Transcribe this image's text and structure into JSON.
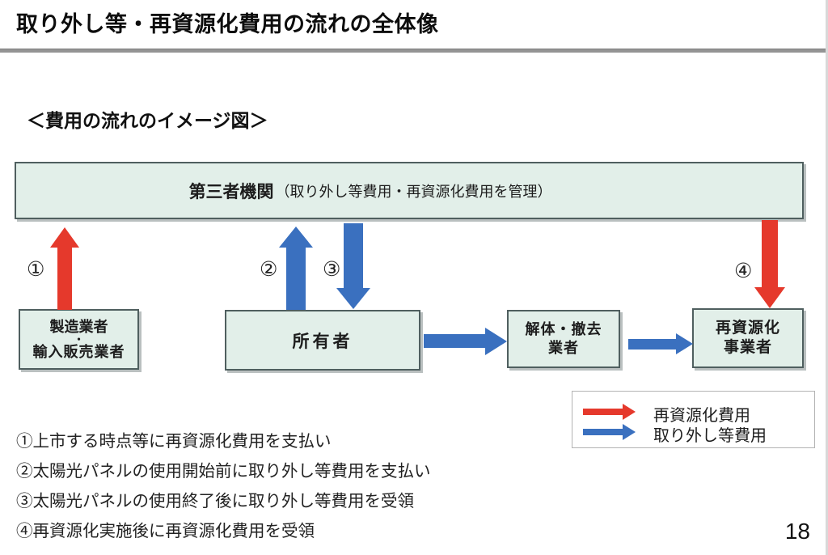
{
  "slide": {
    "title": "取り外し等・再資源化費用の流れの全体像",
    "subtitle": "＜費用の流れのイメージ図＞",
    "page_number": "18"
  },
  "diagram": {
    "third_party_box": {
      "name": "第三者機関",
      "role": "（取り外し等費用・再資源化費用を管理）"
    },
    "manufacturer_box": {
      "line1": "製造業者",
      "separator": "・",
      "line2": "輸入販売業者"
    },
    "owner_box": {
      "label": "所有者"
    },
    "demolition_box": {
      "line1": "解体・撤去",
      "line2": "業者"
    },
    "recycler_box": {
      "line1": "再資源化",
      "line2": "事業者"
    },
    "step_labels": {
      "step1": "①",
      "step2": "②",
      "step3": "③",
      "step4": "④"
    }
  },
  "legend": {
    "items": [
      {
        "label": "再資源化費用",
        "arrow_color": "#e5392c"
      },
      {
        "label": "取り外し等費用",
        "arrow_color": "#3a70bf"
      }
    ]
  },
  "notes": {
    "line1": "①上市する時点等に再資源化費用を支払い",
    "line2": "②太陽光パネルの使用開始前に取り外し等費用を支払い",
    "line3": "③太陽光パネルの使用終了後に取り外し等費用を受領",
    "line4": "④再資源化実施後に再資源化費用を受領"
  },
  "colors": {
    "recycling_fee_arrow": "#e5392c",
    "removal_fee_arrow": "#3a70bf",
    "box_fill": "#e2efe9",
    "box_border": "#4f5f5f",
    "title_rule": "#949494"
  }
}
